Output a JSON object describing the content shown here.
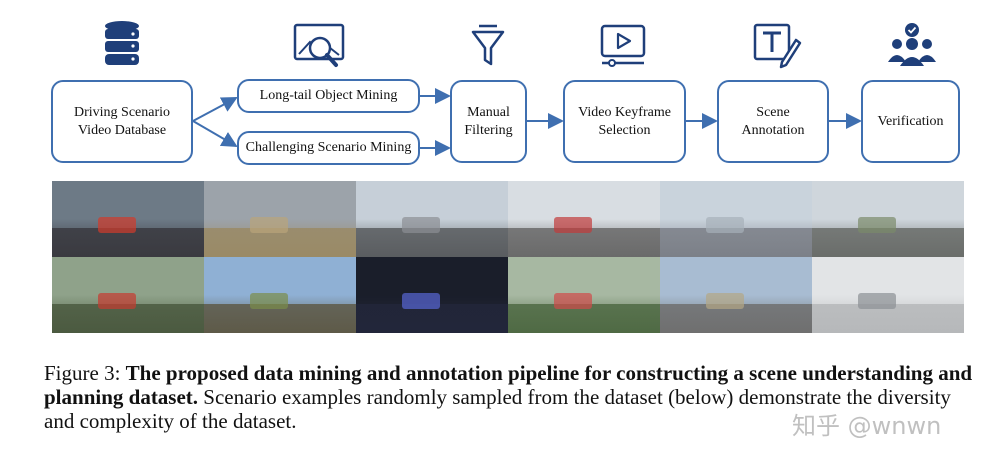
{
  "diagram": {
    "nodes": {
      "database": "Driving Scenario Video Database",
      "longtail": "Long-tail Object Mining",
      "challenging": "Challenging Scenario Mining",
      "filtering": "Manual Filtering",
      "keyframe": "Video Keyframe Selection",
      "annotation": "Scene Annotation",
      "verification": "Verification"
    },
    "icons": [
      "database-icon",
      "image-search-icon",
      "funnel-icon",
      "video-play-icon",
      "text-edit-icon",
      "team-check-icon"
    ],
    "colors": {
      "box_border": "#3f6fb0",
      "arrow": "#3f6fb0",
      "icon": "#1f3f7a"
    }
  },
  "photos": {
    "rows": 2,
    "cols": 6,
    "cells": [
      {
        "sky": "#6d7a86",
        "ground": "#3a3a40",
        "accent": "#d23b2b"
      },
      {
        "sky": "#9ca3aa",
        "ground": "#9a8a66",
        "accent": "#b9a47a"
      },
      {
        "sky": "#c6cfd8",
        "ground": "#5a5d60",
        "accent": "#8c8f94"
      },
      {
        "sky": "#d8dde2",
        "ground": "#6a6a6a",
        "accent": "#c23b3b"
      },
      {
        "sky": "#c9d3dc",
        "ground": "#7c8088",
        "accent": "#a7b0b9"
      },
      {
        "sky": "#cfd6dc",
        "ground": "#6a6d6a",
        "accent": "#7a8a6a"
      },
      {
        "sky": "#8fa28a",
        "ground": "#4b5a40",
        "accent": "#c63a30"
      },
      {
        "sky": "#8fb0d4",
        "ground": "#5e5a48",
        "accent": "#7a8d4a"
      },
      {
        "sky": "#1a1e2a",
        "ground": "#22263a",
        "accent": "#5866d6"
      },
      {
        "sky": "#a7b8a2",
        "ground": "#4f6a44",
        "accent": "#d04a4a"
      },
      {
        "sky": "#a8bcd2",
        "ground": "#6f6f6f",
        "accent": "#b3a685"
      },
      {
        "sky": "#e2e4e6",
        "ground": "#b6b8ba",
        "accent": "#8c9094"
      }
    ]
  },
  "caption": {
    "prefix": "Figure 3: ",
    "bold": "The proposed data mining and annotation pipeline for constructing a scene understanding and planning dataset.",
    "rest": " Scenario examples randomly sampled from the dataset (below) demonstrate the diversity and complexity of the dataset."
  },
  "watermark": "知乎 @wnwn"
}
